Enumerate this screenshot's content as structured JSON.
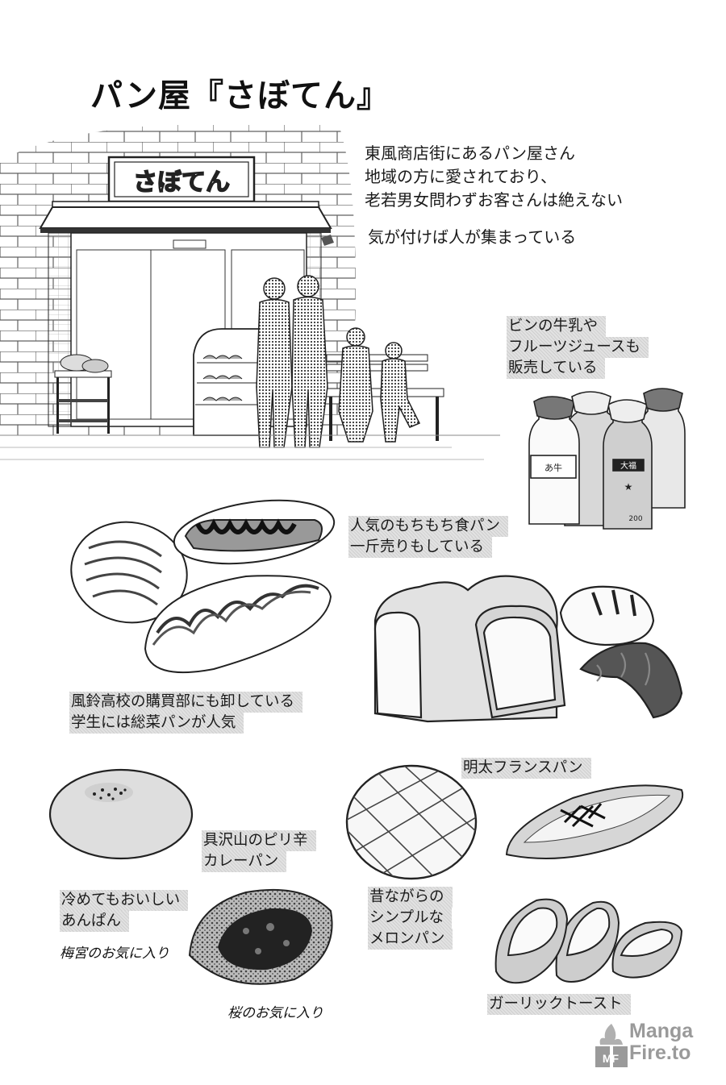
{
  "page_title": "パン屋『さぼてん』",
  "intro": {
    "lines": [
      "東風商店街にあるパン屋さん",
      "地域の方に愛されており、",
      "老若男女問わずお客さんは絶えない"
    ],
    "note": "気が付けば人が集まっている"
  },
  "storefront": {
    "sign_text": "さぼてん"
  },
  "captions": {
    "drinks": [
      "ビンの牛乳や",
      "フルーツジュースも",
      "販売している"
    ],
    "shokupan": [
      "人気のもちもち食パン",
      "一斤売りもしている"
    ],
    "school": [
      "風鈴高校の購買部にも卸している",
      "学生には総菜パンが人気"
    ],
    "mentai": [
      "明太フランスパン"
    ],
    "curry": [
      "具沢山のピリ辛",
      "カレーパン"
    ],
    "anpan": [
      "冷めてもおいしい",
      "あんぱん"
    ],
    "melon": [
      "昔ながらの",
      "シンプルな",
      "メロンパン"
    ],
    "garlic": [
      "ガーリックトースト"
    ]
  },
  "handwritten_notes": {
    "anpan_fav": "梅宮のお気に入り",
    "curry_fav": "桜のお気に入り"
  },
  "bottle_labels": {
    "left": "あ牛",
    "center": "大福",
    "center_volume": "200"
  },
  "watermark": {
    "line1": "Manga",
    "line2": "Fire.to",
    "badge": "MF"
  }
}
